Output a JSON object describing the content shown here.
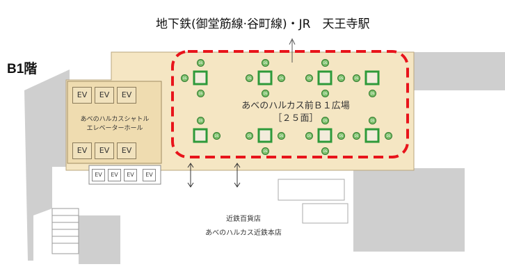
{
  "title": "地下鉄(御堂筋線·谷町線)・JR　天王寺駅",
  "floor": "B1階",
  "plaza": {
    "name": "あべのハルカス前Ｂ１広場",
    "faces": "［２５面］"
  },
  "elevator_hall": {
    "line1": "あべのハルカスシャトル",
    "line2": "エレベーターホール",
    "ev_label": "EV"
  },
  "store": {
    "line1": "近鉄百貨店",
    "line2": "あべのハルカス近鉄本店"
  },
  "signage_label": "DS",
  "colors": {
    "plaza_fill": "#f5e6c3",
    "highlight": "#e8141b",
    "kiosk": "#2e9a3a",
    "building": "#cfcfcf"
  }
}
